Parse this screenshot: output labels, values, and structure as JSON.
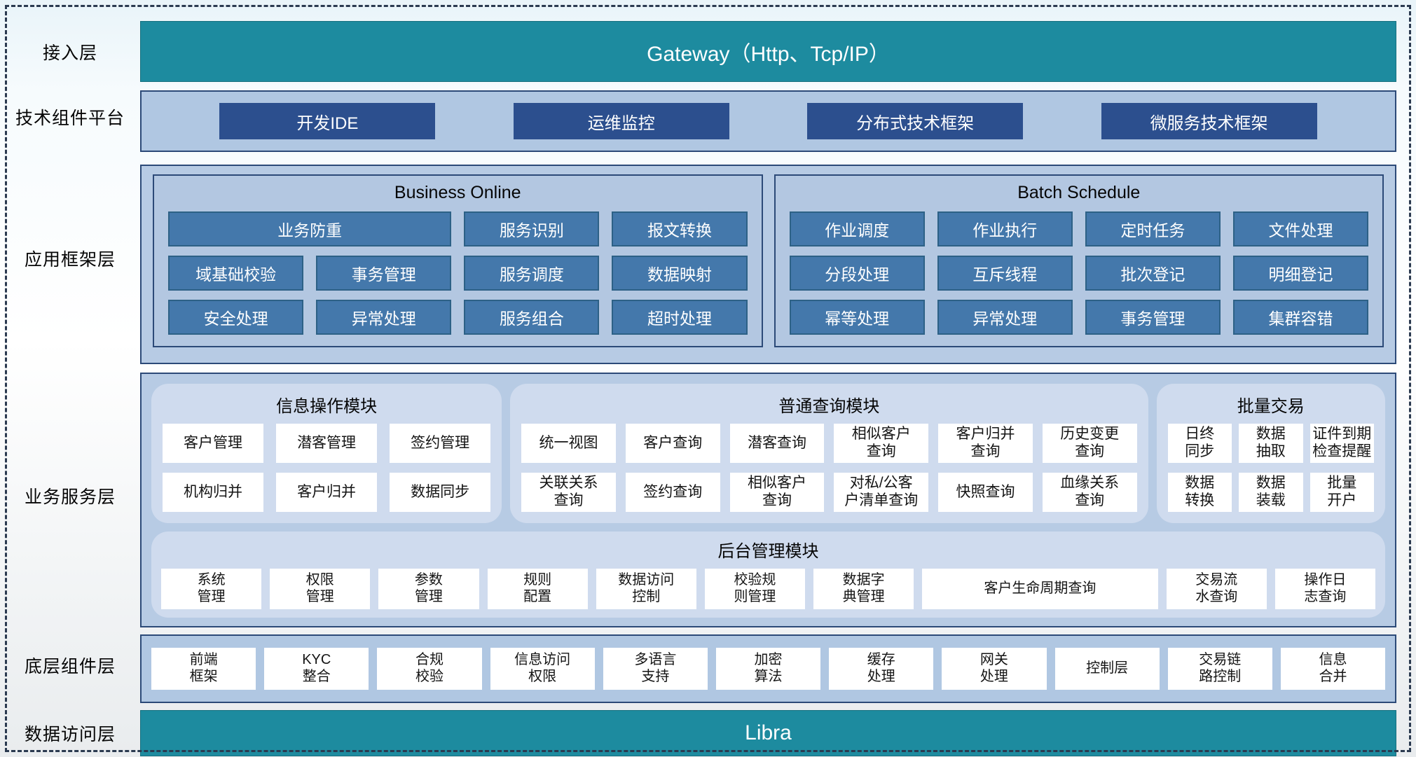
{
  "colors": {
    "teal": "#1d8b9f",
    "dark_blue": "#2c4f8e",
    "steel_blue": "#4478ab",
    "band_blue": "#b0c7e2",
    "box_blue": "#b7cbe4",
    "module_blue": "#cfdbee"
  },
  "layers": {
    "access": {
      "label": "接入层",
      "gateway": "Gateway（Http、Tcp/IP）"
    },
    "tech_platform": {
      "label": "技术组件平台",
      "items": [
        "开发IDE",
        "运维监控",
        "分布式技术框架",
        "微服务技术框架"
      ]
    },
    "app_framework": {
      "label": "应用框架层",
      "business_online": {
        "title": "Business Online",
        "row1": [
          "业务防重",
          "服务识别",
          "报文转换"
        ],
        "row2": [
          "域基础校验",
          "事务管理",
          "服务调度",
          "数据映射"
        ],
        "row3": [
          "安全处理",
          "异常处理",
          "服务组合",
          "超时处理"
        ]
      },
      "batch_schedule": {
        "title": "Batch Schedule",
        "row1": [
          "作业调度",
          "作业执行",
          "定时任务",
          "文件处理"
        ],
        "row2": [
          "分段处理",
          "互斥线程",
          "批次登记",
          "明细登记"
        ],
        "row3": [
          "幂等处理",
          "异常处理",
          "事务管理",
          "集群容错"
        ]
      }
    },
    "business_service": {
      "label": "业务服务层",
      "info_ops": {
        "title": "信息操作模块",
        "row1": [
          "客户管理",
          "潜客管理",
          "签约管理"
        ],
        "row2": [
          "机构归并",
          "客户归并",
          "数据同步"
        ]
      },
      "common_query": {
        "title": "普通查询模块",
        "row1": [
          "统一视图",
          "客户查询",
          "潜客查询",
          "相似客户\n查询",
          "客户归并\n查询",
          "历史变更\n查询"
        ],
        "row2": [
          "关联关系\n查询",
          "签约查询",
          "相似客户\n查询",
          "对私/公客\n户清单查询",
          "快照查询",
          "血缘关系\n查询"
        ]
      },
      "batch_trade": {
        "title": "批量交易",
        "row1": [
          "日终\n同步",
          "数据\n抽取",
          "证件到期\n检查提醒"
        ],
        "row2": [
          "数据\n转换",
          "数据\n装载",
          "批量\n开户"
        ]
      },
      "admin": {
        "title": "后台管理模块",
        "items": [
          "系统\n管理",
          "权限\n管理",
          "参数\n管理",
          "规则\n配置",
          "数据访问\n控制",
          "校验规\n则管理",
          "数据字\n典管理",
          "客户生命周期查询",
          "交易流\n水查询",
          "操作日\n志查询"
        ]
      }
    },
    "base_components": {
      "label": "底层组件层",
      "items": [
        "前端\n框架",
        "KYC\n整合",
        "合规\n校验",
        "信息访问\n权限",
        "多语言\n支持",
        "加密\n算法",
        "缓存\n处理",
        "网关\n处理",
        "控制层",
        "交易链\n路控制",
        "信息\n合并"
      ]
    },
    "data_access": {
      "label": "数据访问层",
      "bar": "Libra"
    }
  }
}
